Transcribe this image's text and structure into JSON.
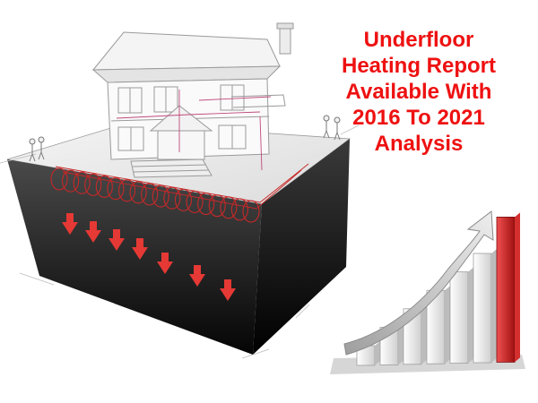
{
  "headline": {
    "lines": [
      "Underfloor",
      "Heating Report",
      "Available With",
      "2016 To 2021",
      "Analysis"
    ],
    "color": "#ee1111"
  },
  "illustration": {
    "subject": "house-cutaway-with-underfloor-heating",
    "ground_color": "#2a2a2a",
    "heat_arrow_color": "#e53935",
    "pipe_color": "#c62828"
  },
  "growth_icon": {
    "bar_count": 7,
    "bar_color": "#f2f2f2",
    "highlight_bar_color": "#d32f2f",
    "arrow_color": "#bdbdbd"
  }
}
